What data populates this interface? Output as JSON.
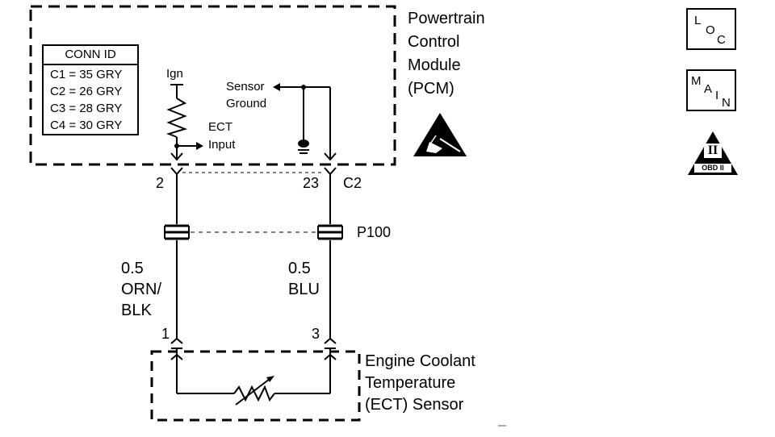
{
  "pcm": {
    "title_lines": [
      "Powertrain",
      "Control",
      "Module",
      "(PCM)"
    ]
  },
  "conn_id": {
    "header": "CONN ID",
    "rows": [
      "C1 = 35 GRY",
      "C2 = 26 GRY",
      "C3 = 28 GRY",
      "C4 = 30 GRY"
    ]
  },
  "labels": {
    "ign": "Ign",
    "ect_input_1": "ECT",
    "ect_input_2": "Input",
    "sensor_ground_1": "Sensor",
    "sensor_ground_2": "Ground"
  },
  "pins": {
    "pcm_left": "2",
    "pcm_right": "23",
    "pcm_connector": "C2",
    "splice": "P100",
    "sensor_left": "1",
    "sensor_right": "3"
  },
  "wires": {
    "left": [
      "0.5",
      "ORN/",
      "BLK"
    ],
    "right": [
      "0.5",
      "BLU"
    ]
  },
  "ect": {
    "title_lines": [
      "Engine Coolant",
      "Temperature",
      "(ECT) Sensor"
    ]
  },
  "icons": {
    "loc": {
      "l": "L",
      "o": "O",
      "c": "C"
    },
    "main": {
      "m": "M",
      "a": "A",
      "i": "I",
      "n": "N"
    },
    "obd": {
      "numeral": "II",
      "text": "OBD II"
    }
  }
}
